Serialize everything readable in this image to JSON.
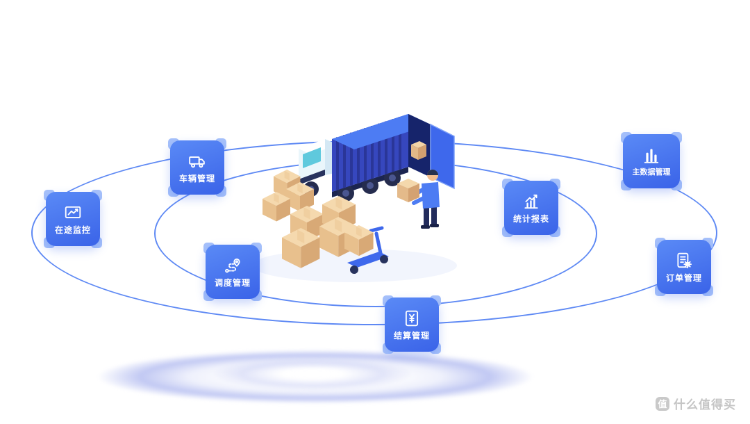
{
  "page": {
    "background": "#FFFFFF"
  },
  "colors": {
    "accent_blue": "#3E68EC",
    "badge_gradient_start": "#5A8AF6",
    "badge_gradient_end": "#3A63E8",
    "badge_corner_accent": "#A6C1FA",
    "orbit_line": "#4D7CF3",
    "container_blue": "#4D7CF3",
    "container_rib_blue": "#3647BE",
    "carton_tan": "#F5D9AE",
    "ground_glow": "#B2BBF0",
    "watermark_gray": "#C5C5C5"
  },
  "badges": [
    {
      "label": "车辆管理",
      "icon": "truck-icon"
    },
    {
      "label": "在途监控",
      "icon": "monitor-chart-icon"
    },
    {
      "label": "调度管理",
      "icon": "route-pin-icon"
    },
    {
      "label": "结算管理",
      "icon": "settlement-yuan-icon"
    },
    {
      "label": "统计报表",
      "icon": "stats-chart-icon"
    },
    {
      "label": "主数据管理",
      "icon": "master-data-icon"
    },
    {
      "label": "订单管理",
      "icon": "order-gear-icon"
    }
  ],
  "watermark": {
    "logo": "值",
    "text": "什么值得买"
  }
}
